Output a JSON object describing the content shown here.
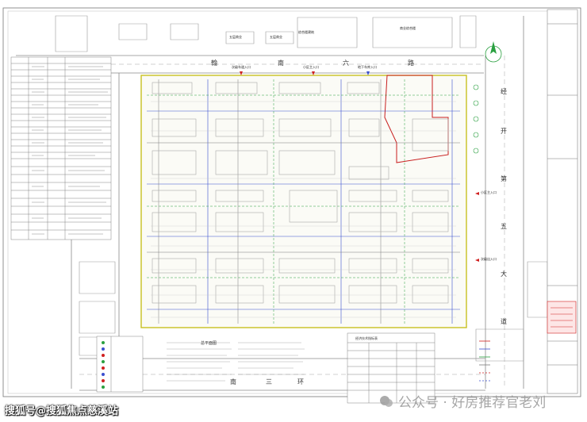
{
  "roads": {
    "north_chars": [
      "翰",
      "南",
      "六",
      "路"
    ],
    "east_chars": [
      "经",
      "开",
      "第",
      "五",
      "大",
      "道"
    ],
    "south_chars": [
      "南",
      "三",
      "环"
    ]
  },
  "entrances": {
    "north_1": "次级车道入口",
    "north_2": "小区主入口",
    "north_3": "地下车库入口",
    "east_1": "小区主入口",
    "east_2": "次级出入口"
  },
  "north_buildings": {
    "b1": "五层商业",
    "b2": "五层商业",
    "b3": "综合楼建筑",
    "b4": "商业综合楼"
  },
  "site_label": "总平面图",
  "table_title": "经济技术指标表",
  "watermark_left": "搜狐号@搜狐焦点慈溪站",
  "watermark_right": "公众号 · 好房推荐官老刘",
  "colors": {
    "site_boundary": "#c8c020",
    "red_line": "#c81e1e",
    "road_line": "#7a7a7a",
    "network_blue": "#3a4fd0",
    "network_green": "#2aa040",
    "building_gray": "#a9a9a9",
    "accent_red": "#d02020"
  },
  "icons": {
    "north_arrow": "north-arrow-icon",
    "entrance_marker": "triangle-marker-icon",
    "watermark_logo": "wechat-logo-icon"
  }
}
